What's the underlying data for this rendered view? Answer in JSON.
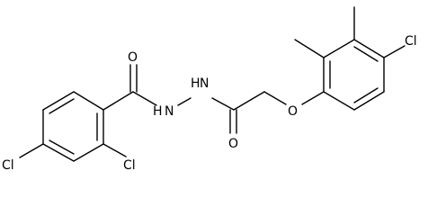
{
  "molecule": {
    "atoms": {
      "o_carbonyl_left": "O",
      "nh_left": "H",
      "n_left": "N",
      "nh_right": "H",
      "n_right": "N",
      "o_carbonyl_right": "O",
      "o_ether": "O",
      "cl_para": "Cl",
      "cl_ortho": "Cl",
      "cl_right": "Cl"
    }
  }
}
